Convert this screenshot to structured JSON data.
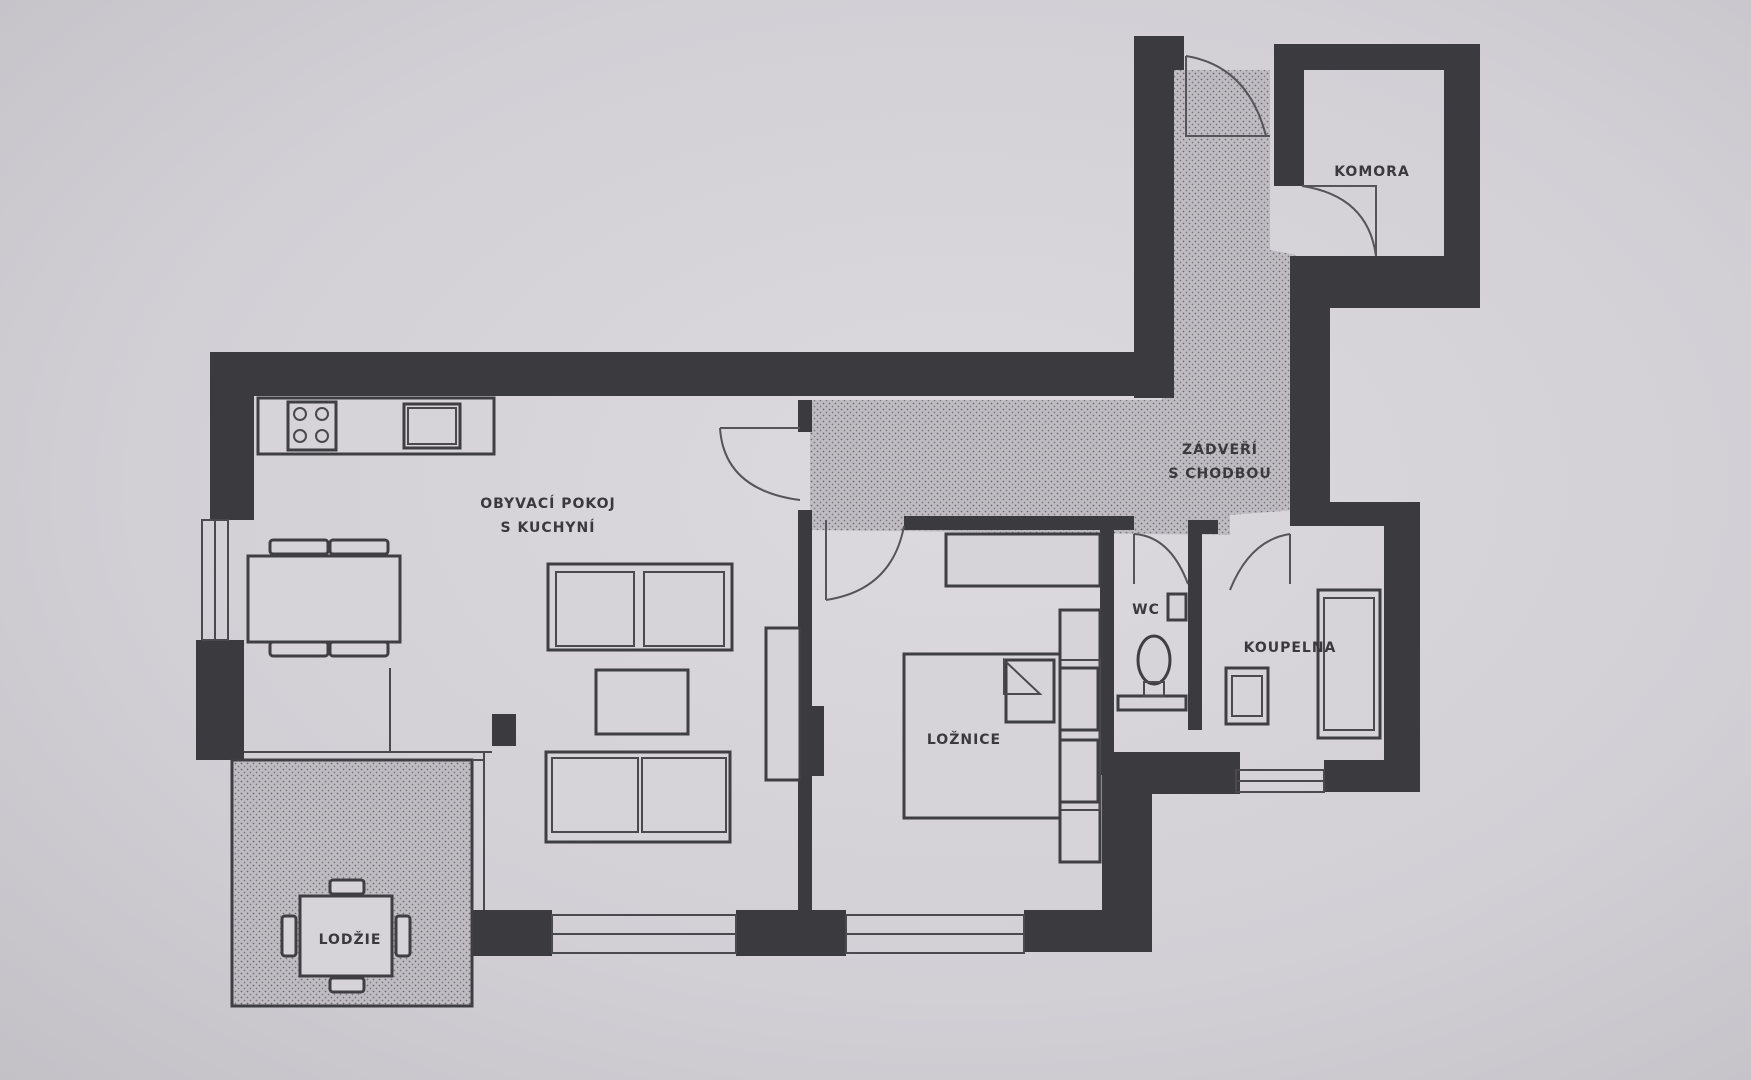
{
  "rooms": {
    "living": {
      "line1": "OBYVACÍ POKOJ",
      "line2": "S KUCHYNÍ"
    },
    "hall": {
      "line1": "ZÁDVEŘÍ",
      "line2": "S CHODBOU"
    },
    "storage": {
      "label": "KOMORA"
    },
    "wc": {
      "label": "WC"
    },
    "bathroom": {
      "label": "KOUPELNA"
    },
    "bedroom": {
      "label": "LOŽNICE"
    },
    "loggia": {
      "label": "LODŽIE"
    }
  },
  "colors": {
    "wall": "#3b3a3e",
    "paper": "#d2d0d5",
    "hatch": "#8f8d92"
  }
}
